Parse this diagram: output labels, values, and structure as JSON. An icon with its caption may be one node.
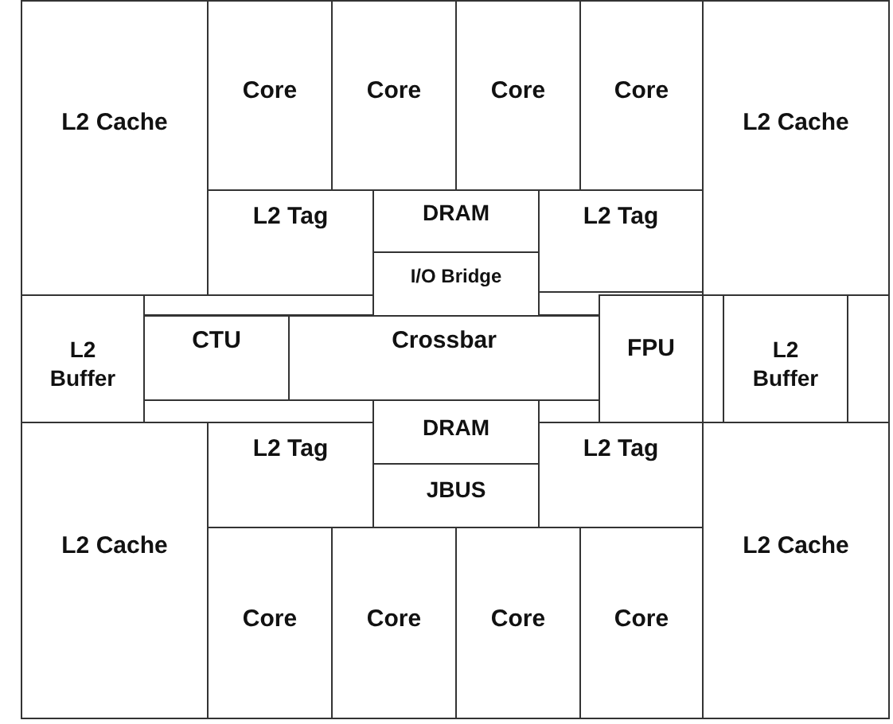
{
  "diagram": {
    "nodes": [
      {
        "text": [
          "L2 Cache"
        ]
      },
      {
        "text": [
          "Core"
        ]
      },
      {
        "text": [
          "Core"
        ]
      },
      {
        "text": [
          "Core"
        ]
      },
      {
        "text": [
          "Core"
        ]
      },
      {
        "text": [
          "L2 Cache"
        ]
      },
      {
        "text": [
          "L2 Tag"
        ]
      },
      {
        "text": [
          "DRAM"
        ]
      },
      {
        "text": [
          "L2 Tag"
        ]
      },
      {
        "text": [
          "I/O Bridge"
        ]
      },
      {
        "text": [
          "L2 Buffer"
        ]
      },
      {
        "text": [
          "CTU"
        ]
      },
      {
        "text": [
          "Crossbar"
        ]
      },
      {
        "text": [
          "FPU"
        ]
      },
      {
        "text": [
          "L2 Buffer"
        ]
      },
      {
        "text": [
          "DRAM"
        ]
      },
      {
        "text": [
          "L2 Tag"
        ]
      },
      {
        "text": [
          "L2 Tag"
        ]
      },
      {
        "text": [
          "JBUS"
        ]
      },
      {
        "text": [
          "L2 Cache"
        ]
      },
      {
        "text": [
          "Core"
        ]
      },
      {
        "text": [
          "Core"
        ]
      },
      {
        "text": [
          "Core"
        ]
      },
      {
        "text": [
          "Core"
        ]
      },
      {
        "text": [
          "L2 Cache"
        ]
      }
    ]
  }
}
